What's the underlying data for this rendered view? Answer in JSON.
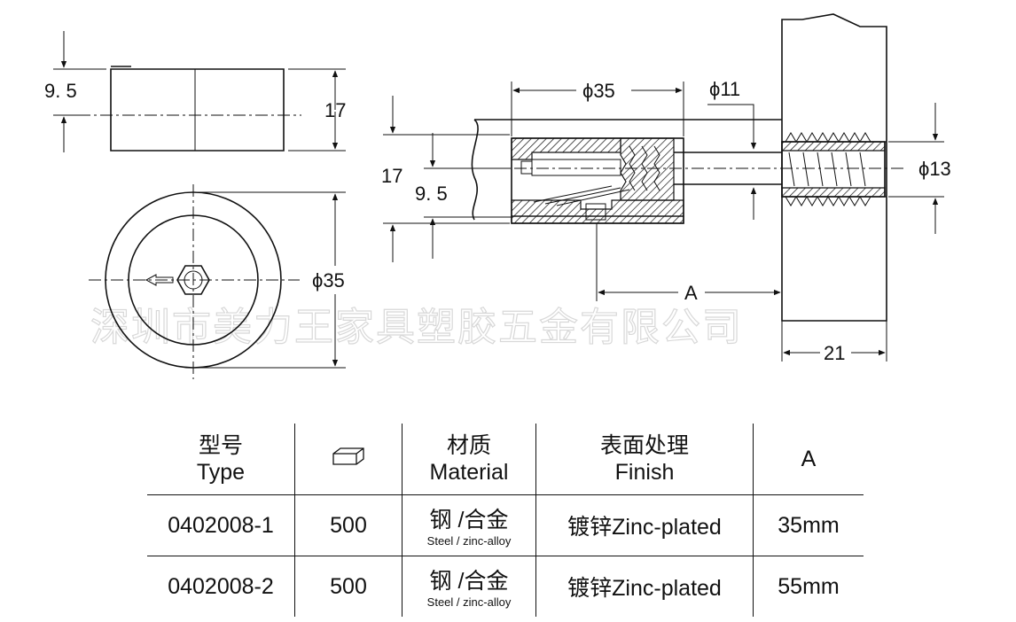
{
  "drawing": {
    "labels": {
      "top_view_9_5": "9. 5",
      "top_view_17": "17",
      "front_view_dia35": "ϕ35",
      "section_dia35": "ϕ35",
      "section_dia11": "ϕ11",
      "section_17": "17",
      "section_9_5": "9. 5",
      "section_dia13": "ϕ13",
      "section_A": "A",
      "section_21": "21"
    },
    "watermark": "深圳市美力王家具塑胶五金有限公司"
  },
  "table": {
    "headers": {
      "type_cn": "型号",
      "type_en": "Type",
      "qty_icon": "box-icon",
      "material_cn": "材质",
      "material_en": "Material",
      "finish_cn": "表面处理",
      "finish_en": "Finish",
      "a": "A"
    },
    "rows": [
      {
        "type": "0402008-1",
        "qty": "500",
        "material_cn": "钢 /合金",
        "material_en": "Steel / zinc-alloy",
        "finish": "镀锌Zinc-plated",
        "a": "35mm"
      },
      {
        "type": "0402008-2",
        "qty": "500",
        "material_cn": "钢 /合金",
        "material_en": "Steel / zinc-alloy",
        "finish": "镀锌Zinc-plated",
        "a": "55mm"
      }
    ]
  }
}
